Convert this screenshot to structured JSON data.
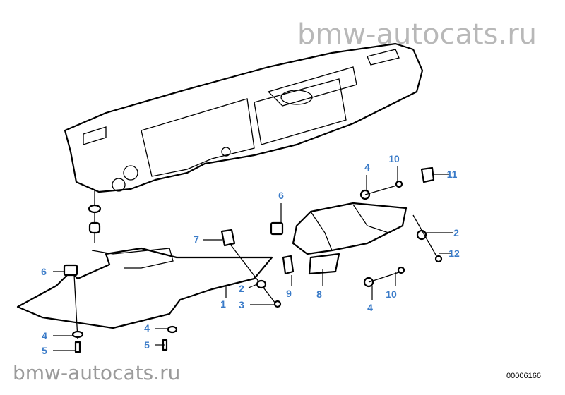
{
  "watermark_top": "bmw-autocats.ru",
  "watermark_bottom": "bmw-autocats.ru",
  "diagram_code": "00006166",
  "callouts": [
    "10",
    "4",
    "11",
    "6",
    "7",
    "2",
    "12",
    "6",
    "2",
    "3",
    "1",
    "9",
    "8",
    "10",
    "4",
    "4",
    "5",
    "4",
    "5"
  ],
  "colors": {
    "callout": "#3a7bc8",
    "line": "#000000"
  }
}
